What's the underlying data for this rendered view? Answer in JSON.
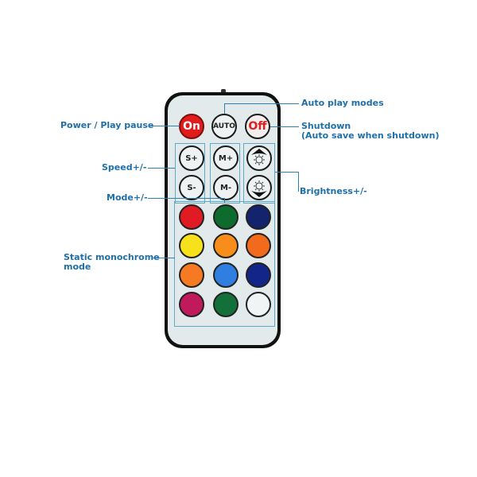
{
  "remote": {
    "top_row": {
      "on_label": "On",
      "auto_label": "AUTO",
      "off_label": "Off"
    },
    "control_rows": {
      "speed_up": "S+",
      "speed_down": "S-",
      "mode_up": "M+",
      "mode_down": "M-",
      "brightness_up_icon": "sun-up-icon",
      "brightness_down_icon": "sun-down-icon"
    },
    "color_buttons": [
      {
        "name": "red",
        "color": "#e01b24"
      },
      {
        "name": "green",
        "color": "#0e6b2e"
      },
      {
        "name": "navy",
        "color": "#13236e"
      },
      {
        "name": "yellow",
        "color": "#f7e11a"
      },
      {
        "name": "orange",
        "color": "#f98d1c"
      },
      {
        "name": "dark-orange",
        "color": "#f26a1b"
      },
      {
        "name": "orange-2",
        "color": "#f57a22"
      },
      {
        "name": "blue",
        "color": "#2f7ee0"
      },
      {
        "name": "dark-blue",
        "color": "#14258a"
      },
      {
        "name": "magenta",
        "color": "#c11a5c"
      },
      {
        "name": "green-2",
        "color": "#13703a"
      },
      {
        "name": "white",
        "color": "#f1f4f4"
      }
    ]
  },
  "annotations": {
    "power": "Power / Play pause",
    "auto_play": "Auto play modes",
    "shutdown_line1": "Shutdown",
    "shutdown_line2": "(Auto save when shutdown)",
    "speed": "Speed+/-",
    "mode": "Mode+/-",
    "brightness": "Brightness+/-",
    "static_line1": "Static monochrome",
    "static_line2": "mode"
  },
  "colors": {
    "annotation_text": "#1f6fa8",
    "frame_lines": "#5fa9cc"
  }
}
